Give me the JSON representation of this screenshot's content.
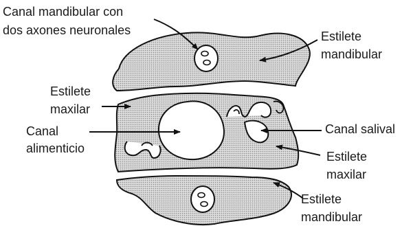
{
  "labels": {
    "canal_mandibular": [
      "Canal mandibular con",
      "dos axones neuronales"
    ],
    "estilete_mandibular_top": [
      "Estilete",
      "mandibular"
    ],
    "estilete_maxilar_left": [
      "Estilete",
      "maxilar"
    ],
    "canal_alimenticio": [
      "Canal",
      "alimenticio"
    ],
    "canal_salival": [
      "Canal salival"
    ],
    "estilete_maxilar_right": [
      "Estilete",
      "maxilar"
    ],
    "estilete_mandibular_bottom": [
      "Estilete",
      "mandibular"
    ]
  },
  "colors": {
    "outline": "#111111",
    "stipple": "#9a9a9a",
    "fill": "#d9d9d9",
    "lumen": "#ffffff"
  }
}
